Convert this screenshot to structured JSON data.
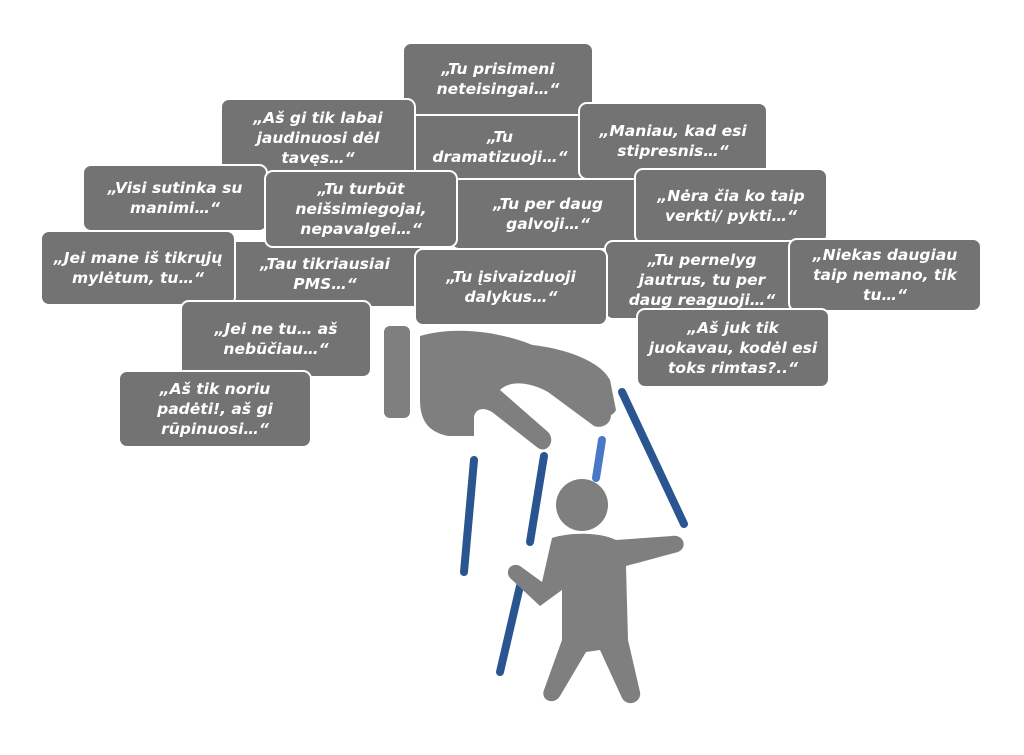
{
  "colors": {
    "bubble_fill": "#737373",
    "bubble_text": "#ffffff",
    "figure": "#7f7f7f",
    "string_dark": "#2a5590",
    "string_light": "#4a78c8"
  },
  "icons": [
    "hand-icon",
    "puppet-figure-icon",
    "puppet-string-icon"
  ],
  "phrases": [
    "„Tu prisimeni neteisingai…“",
    "„Aš gi tik labai jaudinuosi dėl tavęs…“",
    "„Tu dramatizuoji…“",
    "„Maniau, kad esi stipresnis…“",
    "„Visi sutinka su manimi…“",
    "„Tu turbūt neišsimiegojai, nepavalgei…“",
    "„Tu per daug galvoji…“",
    "„Nėra čia ko taip verkti/ pykti…“",
    "„Jei mane iš tikrųjų mylėtum, tu…“",
    "„Tau tikriausiai PMS…“",
    "„Tu įsivaizduoji dalykus…“",
    "„Tu pernelyg jautrus, tu per daug reaguoji…“",
    "„Niekas daugiau taip nemano, tik tu…“",
    "„Jei ne tu… aš nebūčiau…“",
    "„Aš juk tik juokavau, kodėl esi toks rimtas?..“",
    "„Aš tik noriu padėti!, aš gi rūpinuosi…“"
  ]
}
